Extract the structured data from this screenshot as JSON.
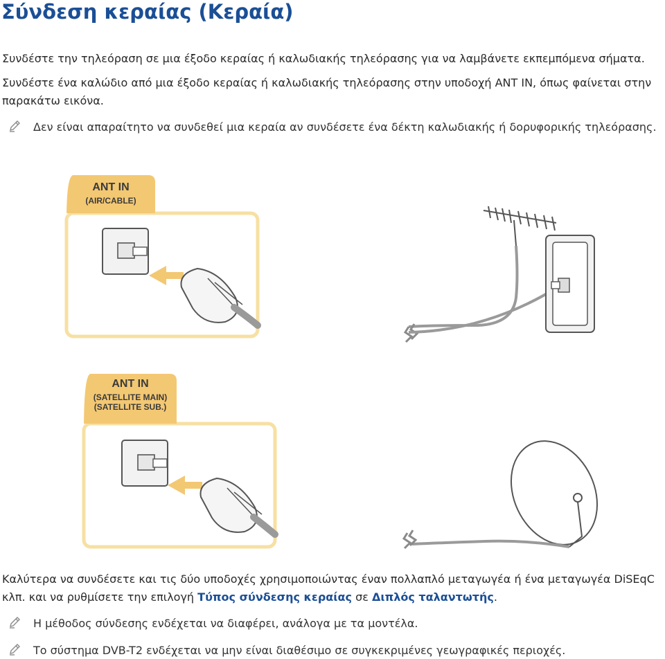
{
  "title": "Σύνδεση κεραίας (Κεραία)",
  "intro": {
    "line1": "Συνδέστε την τηλεόραση σε μια έξοδο κεραίας ή καλωδιακής τηλεόρασης για να λαμβάνετε εκπεμπόμενα σήματα.",
    "line2": "Συνδέστε ένα καλώδιο από μια έξοδο κεραίας ή καλωδιακής τηλεόρασης στην υποδοχή ANT IN, όπως φαίνεται στην παρακάτω εικόνα."
  },
  "note1": "Δεν είναι απαραίτητο να συνδεθεί μια κεραία αν συνδέσετε ένα δέκτη καλωδιακής ή δορυφορικής τηλεόρασης.",
  "diagram1": {
    "label_line1": "ANT IN",
    "label_line2": "(AIR/CABLE)"
  },
  "diagram2": {
    "label_line1": "ANT IN",
    "label_line2": "(SATELLITE MAIN)",
    "label_line3": "(SATELLITE SUB.)"
  },
  "bottom": {
    "text_before": "Καλύτερα να συνδέσετε και τις δύο υποδοχές χρησιμοποιώντας έναν πολλαπλό μεταγωγέα ή ένα μεταγωγέα DiSEqC κλπ. και να ρυθμίσετε την επιλογή ",
    "link1": "Τύπος σύνδεσης κεραίας",
    "text_middle": " σε ",
    "link2": "Διπλός ταλαντωτής",
    "text_after": "."
  },
  "note2": "Η μέθοδος σύνδεσης ενδέχεται να διαφέρει, ανάλογα με τα μοντέλα.",
  "note3": "Το σύστημα DVB-T2 ενδέχεται να μην είναι διαθέσιμο σε συγκεκριμένες γεωγραφικές περιοχές.",
  "colors": {
    "heading": "#1b4f96",
    "frame": "#f7e0a3",
    "tab": "#f3c873",
    "cable": "#9a9a9a",
    "arrow": "#f3c873"
  },
  "icons": [
    "pencil-note-icon",
    "antenna-icon",
    "satellite-dish-icon",
    "wall-outlet-icon",
    "coax-plug-icon"
  ]
}
